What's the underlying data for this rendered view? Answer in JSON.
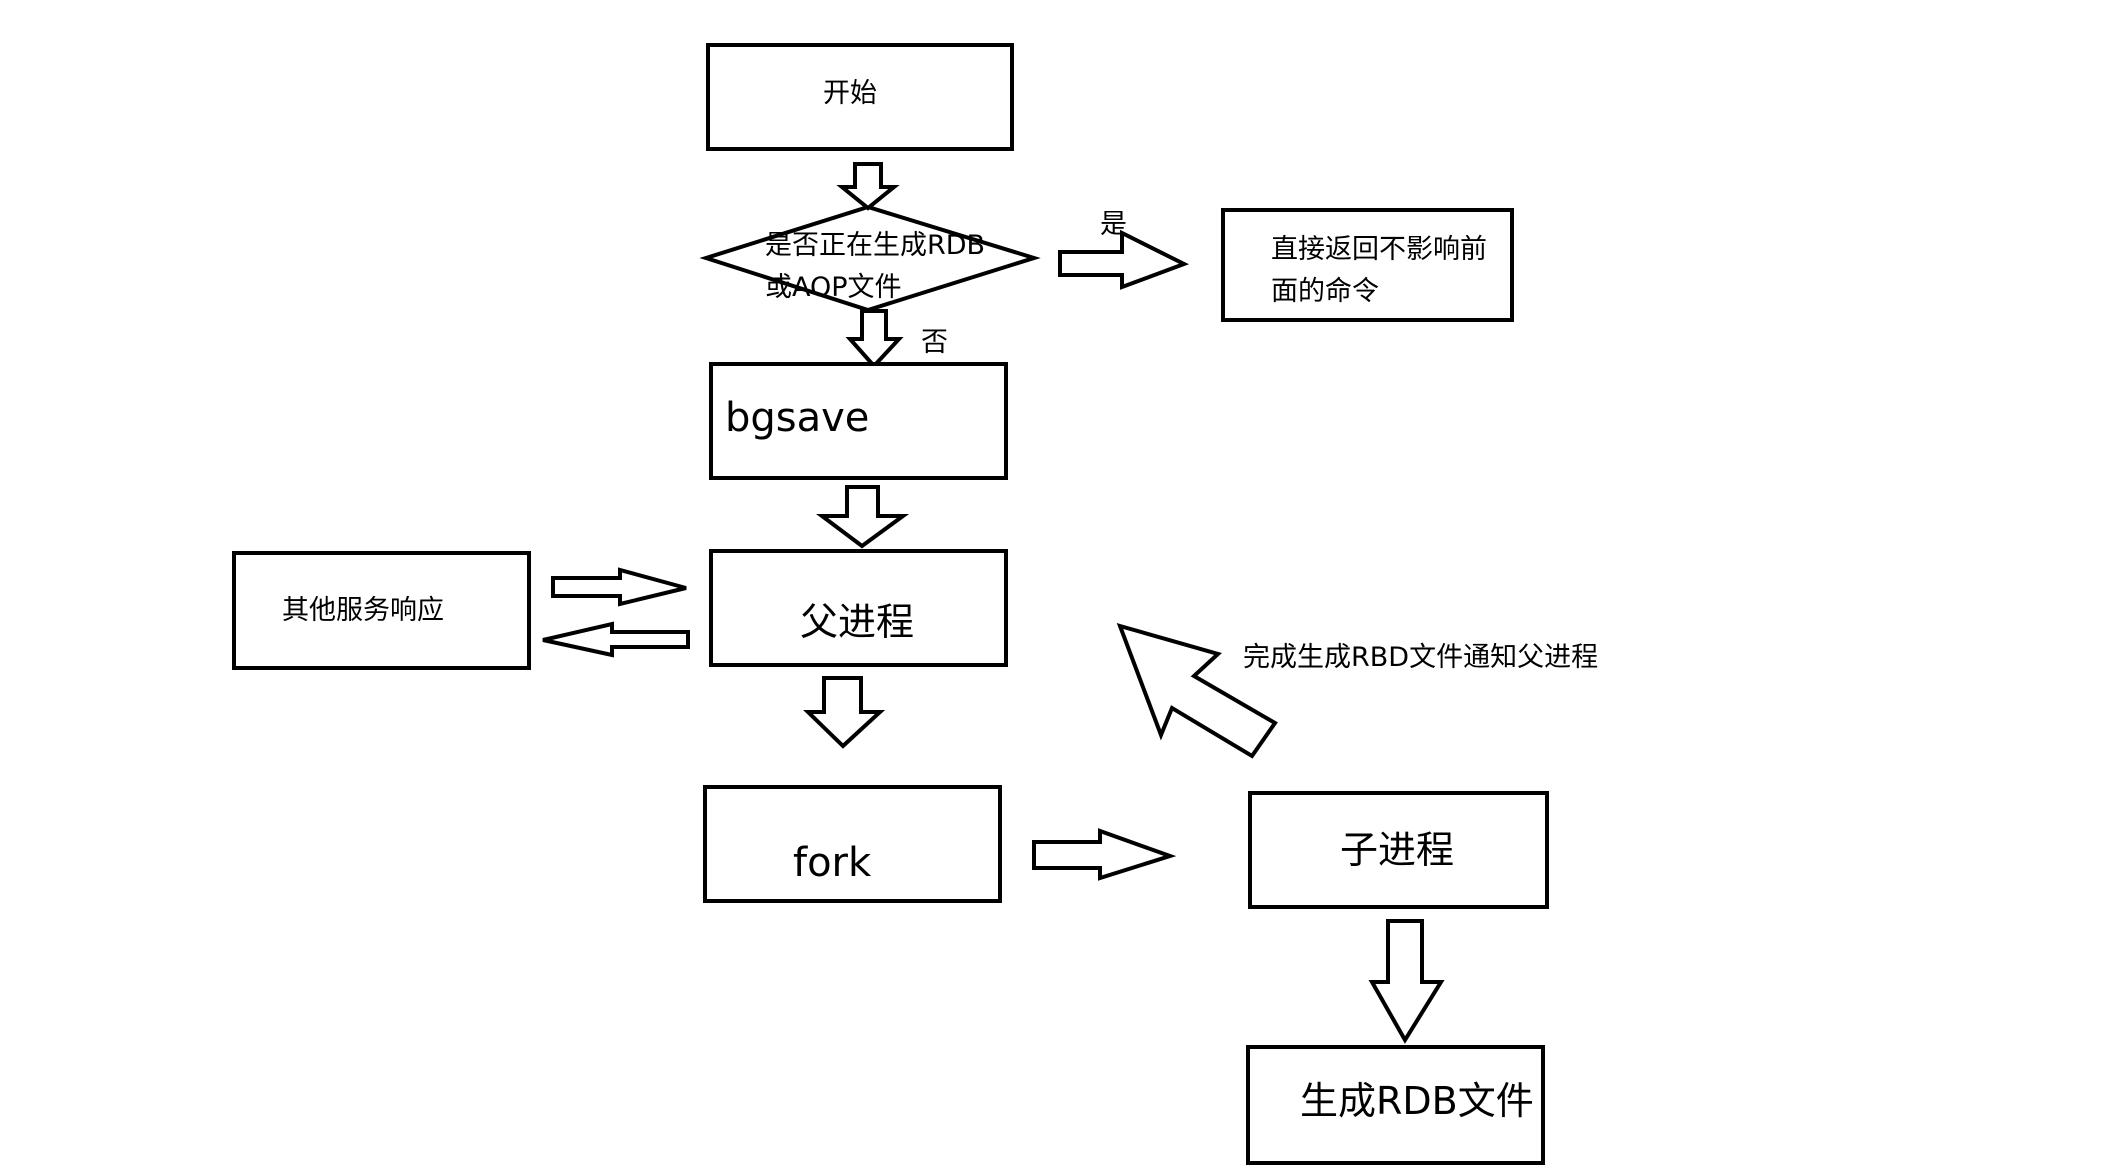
{
  "diagram": {
    "nodes": {
      "start": "开始",
      "decision_line1": "是否正在生成RDB",
      "decision_line2": "或AOP文件",
      "direct_return_line1": "直接返回不影响前",
      "direct_return_line2": "面的命令",
      "bgsave": "bgsave",
      "parent_process": "父进程",
      "other_services": "其他服务响应",
      "fork": "fork",
      "child_process": "子进程",
      "generate_rdb": "生成RDB文件"
    },
    "edge_labels": {
      "yes": "是",
      "no": "否",
      "notify_parent": "完成生成RBD文件通知父进程"
    }
  }
}
